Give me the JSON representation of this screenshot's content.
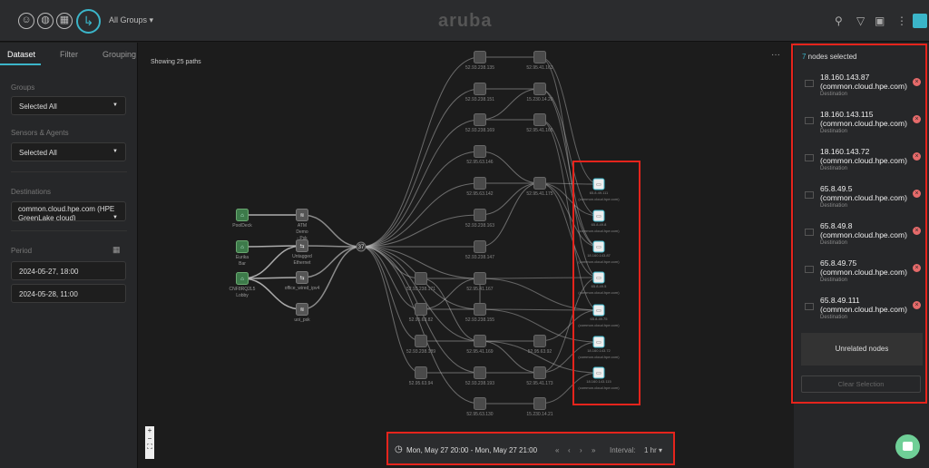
{
  "topbar": {
    "groups_label": "All Groups ▾",
    "logo": "aruba"
  },
  "left": {
    "tabs": [
      "Dataset",
      "Filter",
      "Grouping"
    ],
    "groups_label": "Groups",
    "groups_value": "Selected All",
    "sensors_label": "Sensors & Agents",
    "sensors_value": "Selected All",
    "destinations_label": "Destinations",
    "destinations_value": "common.cloud.hpe.com (HPE GreenLake cloud)",
    "period_label": "Period",
    "period_start": "2024-05-27, 18:00",
    "period_end": "2024-05-28, 11:00"
  },
  "canvas": {
    "showing": "Showing 25 paths",
    "more": "···",
    "hub_count": "37"
  },
  "graph": {
    "sources": [
      "PoolDeck",
      "Eurika Bar",
      "CNF8RQ2L5 Lobby"
    ],
    "networks": [
      "ATM Demo - Psk",
      "Untagged Ethernet",
      "office_wired_ipv4",
      "uoi_psk"
    ],
    "hops": [
      "52.93.238.135",
      "52.93.238.151",
      "52.93.238.169",
      "52.95.63.146",
      "52.95.63.142",
      "52.93.238.163",
      "52.93.238.147",
      "52.95.41.167",
      "52.93.238.155",
      "52.95.41.169",
      "52.93.238.193",
      "52.95.63.130",
      "52.93.238.171",
      "52.95.63.82",
      "52.93.238.189",
      "52.95.63.94",
      "52.95.41.163",
      "15.230.14.20",
      "52.95.41.165",
      "52.95.41.175",
      "52.95.63.92",
      "52.95.41.173",
      "15.230.14.21"
    ],
    "destinations": [
      "65.8.49.111",
      "65.8.49.8",
      "18.160.143.87",
      "65.8.49.5",
      "65.8.49.75",
      "18.160.143.72",
      "18.160.143.115"
    ],
    "dest_suffix": "(common.cloud.hpe.com)"
  },
  "timebar": {
    "range": "Mon, May 27 20:00 - Mon, May 27 21:00",
    "interval_label": "Interval:",
    "interval_value": "1 hr ▾"
  },
  "right": {
    "count": "7",
    "count_label": " nodes selected",
    "items": [
      {
        "ip": "18.160.143.87",
        "host": "(common.cloud.hpe.com)",
        "role": "Destination"
      },
      {
        "ip": "18.160.143.115",
        "host": "(common.cloud.hpe.com)",
        "role": "Destination"
      },
      {
        "ip": "18.160.143.72",
        "host": "(common.cloud.hpe.com)",
        "role": "Destination"
      },
      {
        "ip": "65.8.49.5",
        "host": "(common.cloud.hpe.com)",
        "role": "Destination"
      },
      {
        "ip": "65.8.49.8",
        "host": "(common.cloud.hpe.com)",
        "role": "Destination"
      },
      {
        "ip": "65.8.49.75",
        "host": "(common.cloud.hpe.com)",
        "role": "Destination"
      },
      {
        "ip": "65.8.49.111",
        "host": "(common.cloud.hpe.com)",
        "role": "Destination"
      }
    ],
    "unrelated": "Unrelated nodes",
    "clear": "Clear Selection"
  },
  "colors": {
    "accent": "#3bb5c9",
    "highlight": "#e5241c",
    "source": "#3d7a4a"
  }
}
